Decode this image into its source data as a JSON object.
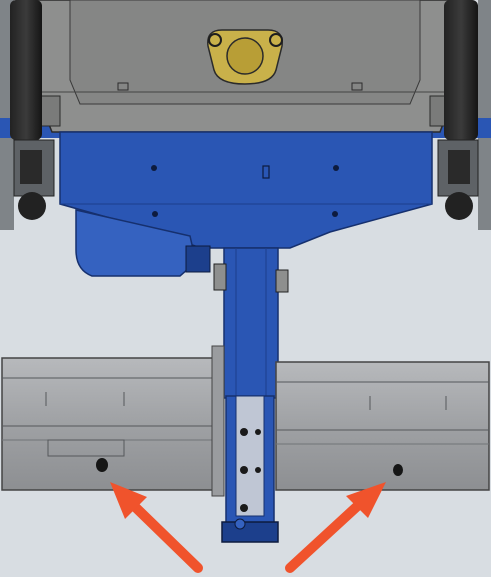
{
  "image": {
    "kind": "cad-render",
    "background_color": "#d8dde2",
    "colors": {
      "housing_gray": "#8e8f8e",
      "housing_gray_dark": "#6f706f",
      "frame_blue": "#2a56b4",
      "frame_blue_dark": "#1c3f8c",
      "rail_gray": "#a9abae",
      "arrow_red": "#f0532c",
      "brass": "#c9b14a",
      "black": "#1e1e1e"
    },
    "annotations": [
      {
        "name": "left-arrow",
        "points_to": "left-rail-hole",
        "color": "#f0532c"
      },
      {
        "name": "right-arrow",
        "points_to": "right-rail-hole",
        "color": "#f0532c"
      }
    ]
  }
}
